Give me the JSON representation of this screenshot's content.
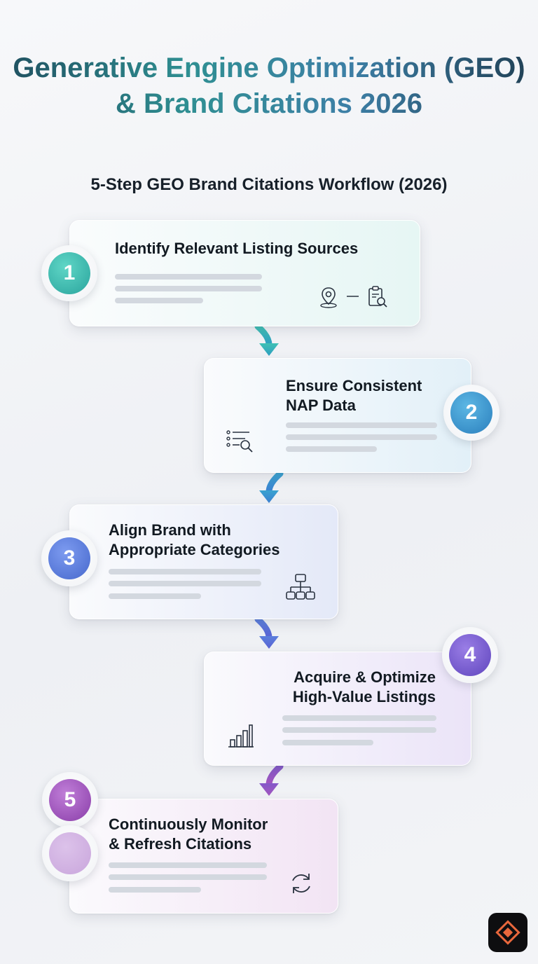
{
  "header": {
    "title": "Generative Engine Optimization (GEO) & Brand Citations 2026",
    "subtitle": "5-Step GEO Brand Citations Workflow (2026)"
  },
  "steps": [
    {
      "number": "1",
      "title": "Identify Relevant Listing Sources",
      "icons": [
        "map-pin-icon",
        "clipboard-search-icon"
      ],
      "color": "#35b7ad"
    },
    {
      "number": "2",
      "title": "Ensure Consistent\nNAP Data",
      "icons": [
        "list-search-icon"
      ],
      "color": "#2f8fc6"
    },
    {
      "number": "3",
      "title": "Align Brand with\nAppropriate Categories",
      "icons": [
        "hierarchy-icon"
      ],
      "color": "#4f78d8"
    },
    {
      "number": "4",
      "title": "Acquire & Optimize\nHigh-Value Listings",
      "icons": [
        "bar-chart-icon"
      ],
      "color": "#6f56c9"
    },
    {
      "number": "5",
      "title": "Continuously Monitor\n& Refresh Citations",
      "icons": [
        "refresh-icon"
      ],
      "color": "#9b49b8"
    }
  ],
  "brand": {
    "logo_icon": "diamond-logo-icon",
    "accent": "#e8673c"
  }
}
